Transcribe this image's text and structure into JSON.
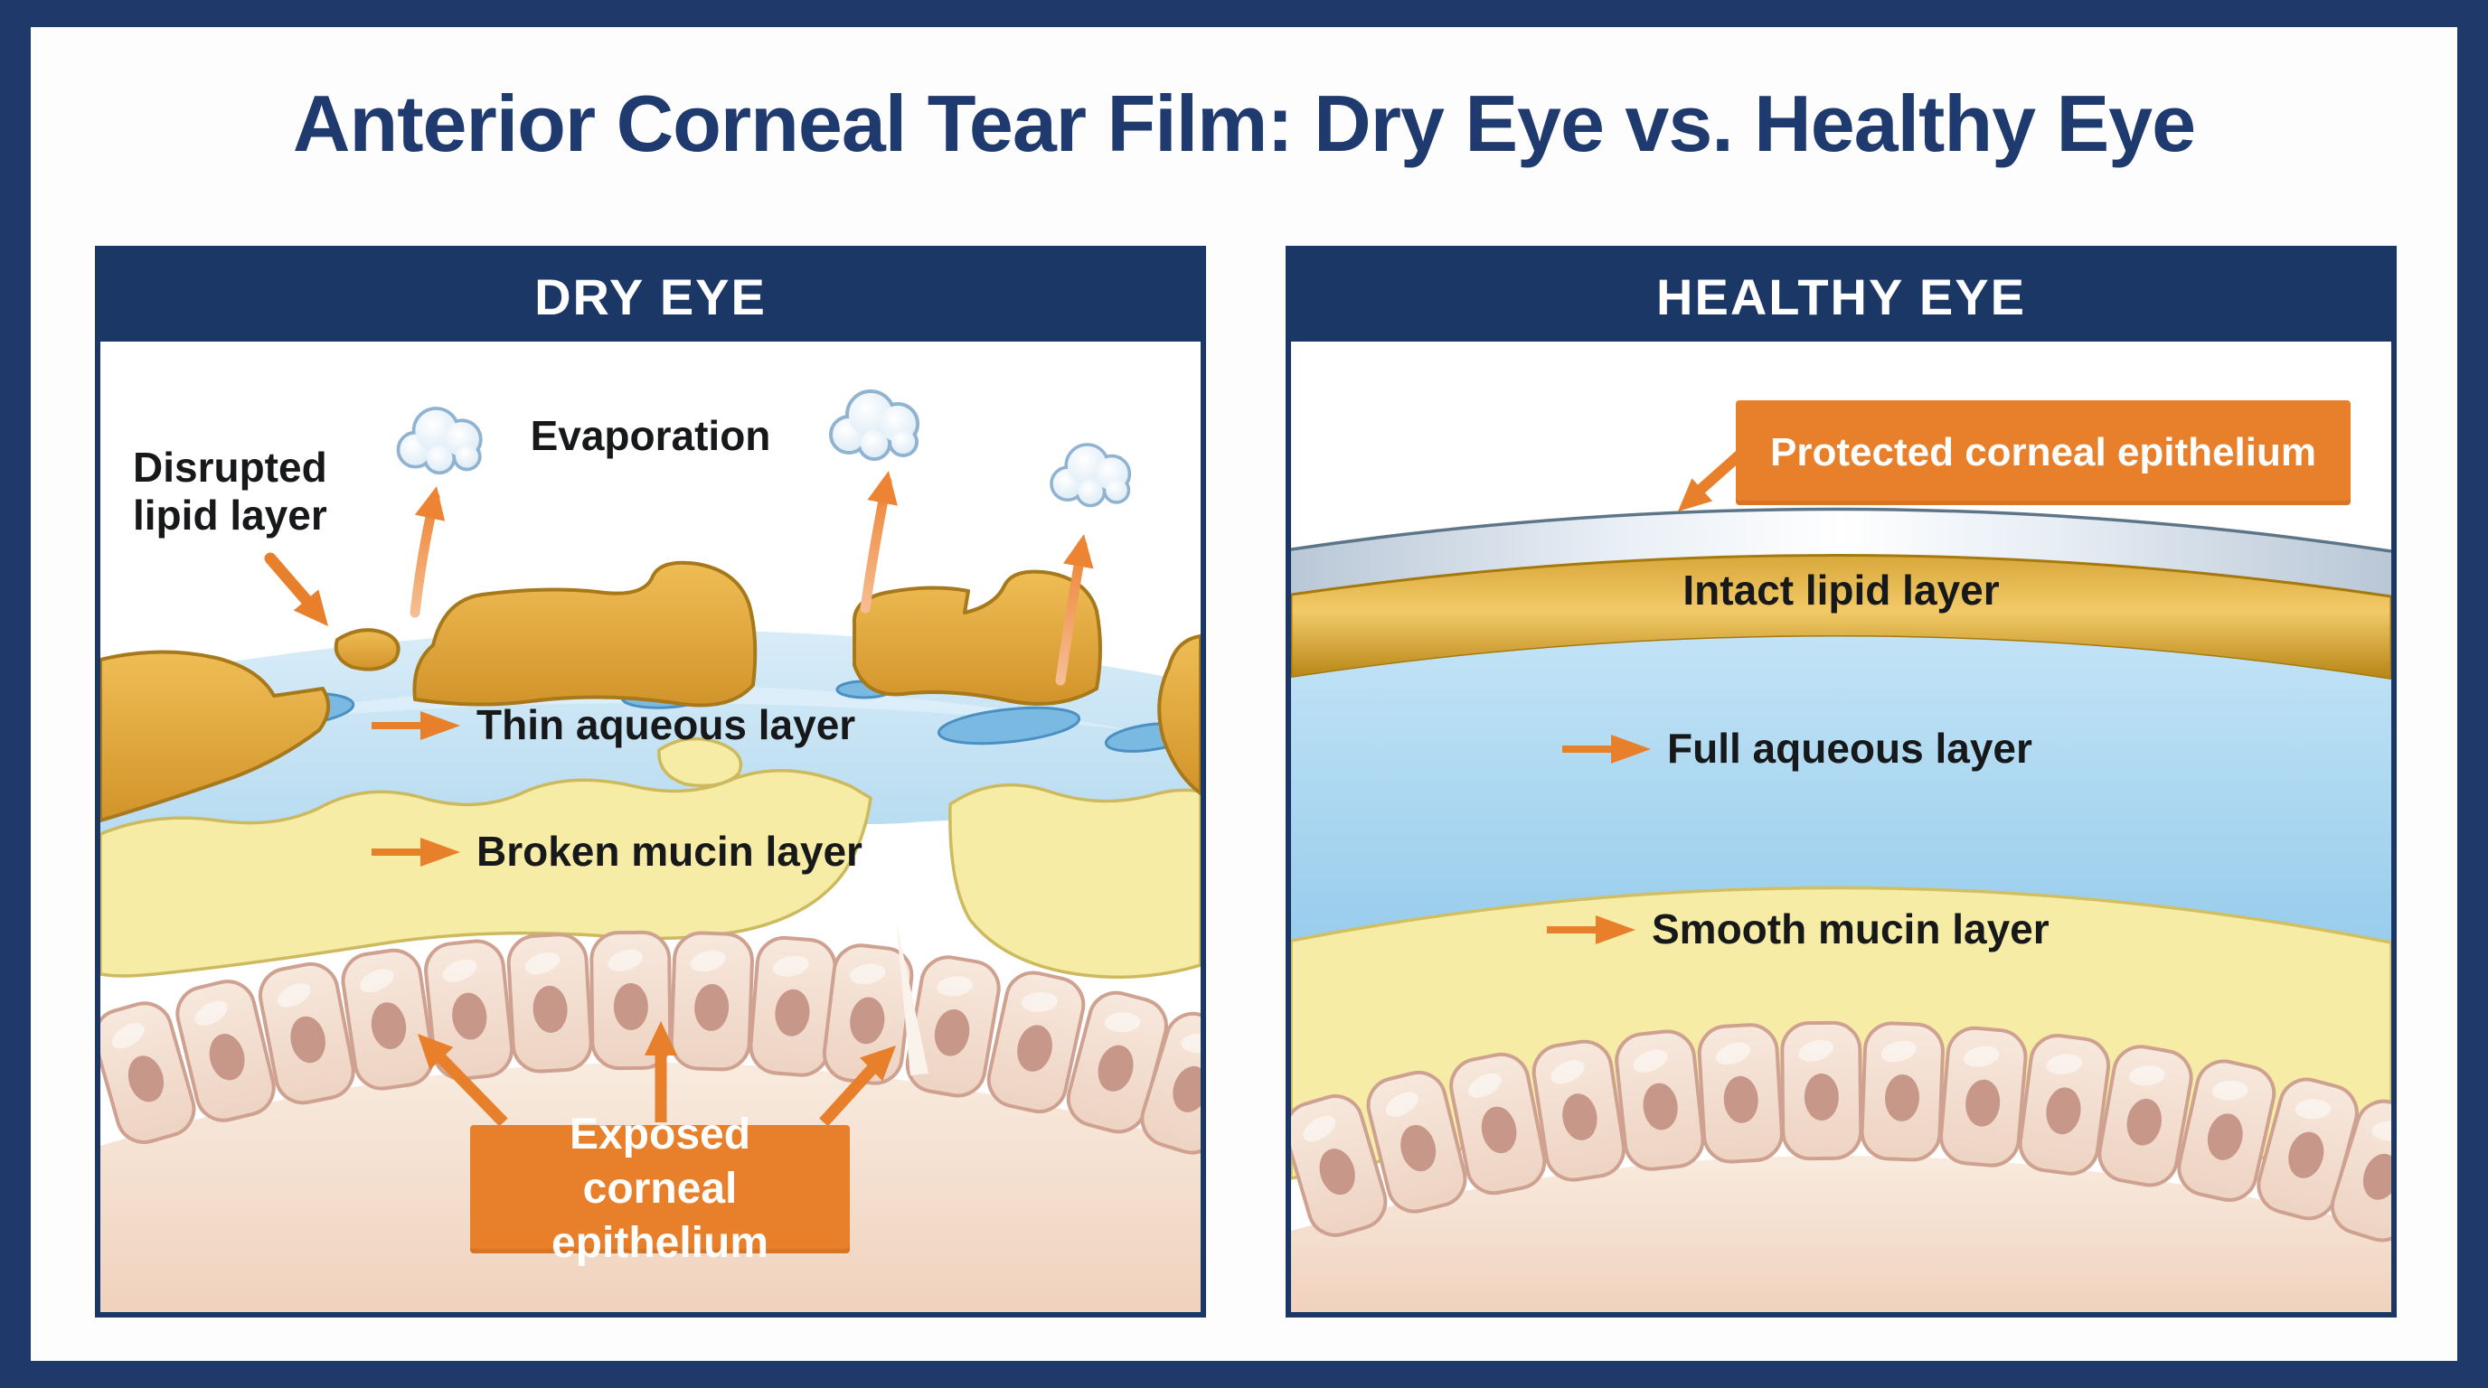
{
  "title": "Anterior Corneal Tear Film: Dry Eye vs. Healthy Eye",
  "colors": {
    "frame-navy": "#20396b",
    "panel-navy": "#1b3766",
    "title-navy": "#1e3a6e",
    "accent-orange": "#e87f2b",
    "lipid-gold": "#dfa239",
    "aqueous-blue": "#aed9f1",
    "mucin-yellow": "#f6eca5",
    "cell-peach": "#f3dfd2",
    "cloud-blue": "#8fb3d1"
  },
  "panels": {
    "dry": {
      "header": "DRY EYE",
      "labels": {
        "disrupted_lipid": "Disrupted lipid layer",
        "evaporation": "Evaporation",
        "thin_aqueous": "Thin aqueous layer",
        "broken_mucin": "Broken mucin layer",
        "exposed_epithelium": "Exposed corneal epithelium"
      }
    },
    "healthy": {
      "header": "HEALTHY EYE",
      "labels": {
        "protected_epithelium": "Protected corneal epithelium",
        "intact_lipid": "Intact lipid layer",
        "full_aqueous": "Full aqueous layer",
        "smooth_mucin": "Smooth mucin layer"
      }
    }
  }
}
